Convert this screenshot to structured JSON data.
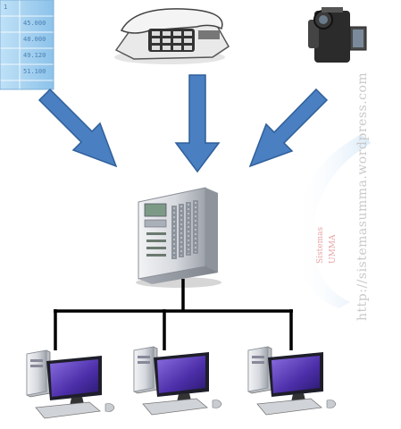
{
  "spreadsheet": {
    "values": [
      "1",
      "45.000",
      "48.000",
      "49.120",
      "51.100"
    ]
  },
  "watermark": {
    "url": "http://sistemasumma.wordpress.com",
    "brand_line1": "Sistemas",
    "brand_line2": "UMMA"
  },
  "colors": {
    "arrow": "#4a7fc1",
    "arrow_edge": "#2f5f9a",
    "connector": "#000000",
    "server_body": "#c8ccd2",
    "monitor_screen": "#5a3fb5",
    "spreadsheet_bg": "#a9d3f0"
  },
  "icons": {
    "top_left": "spreadsheet-icon",
    "top_center": "telephone-icon",
    "top_right": "video-camera-icon",
    "center": "server-tower-icon",
    "bottom": [
      "workstation-icon",
      "workstation-icon",
      "workstation-icon"
    ]
  }
}
